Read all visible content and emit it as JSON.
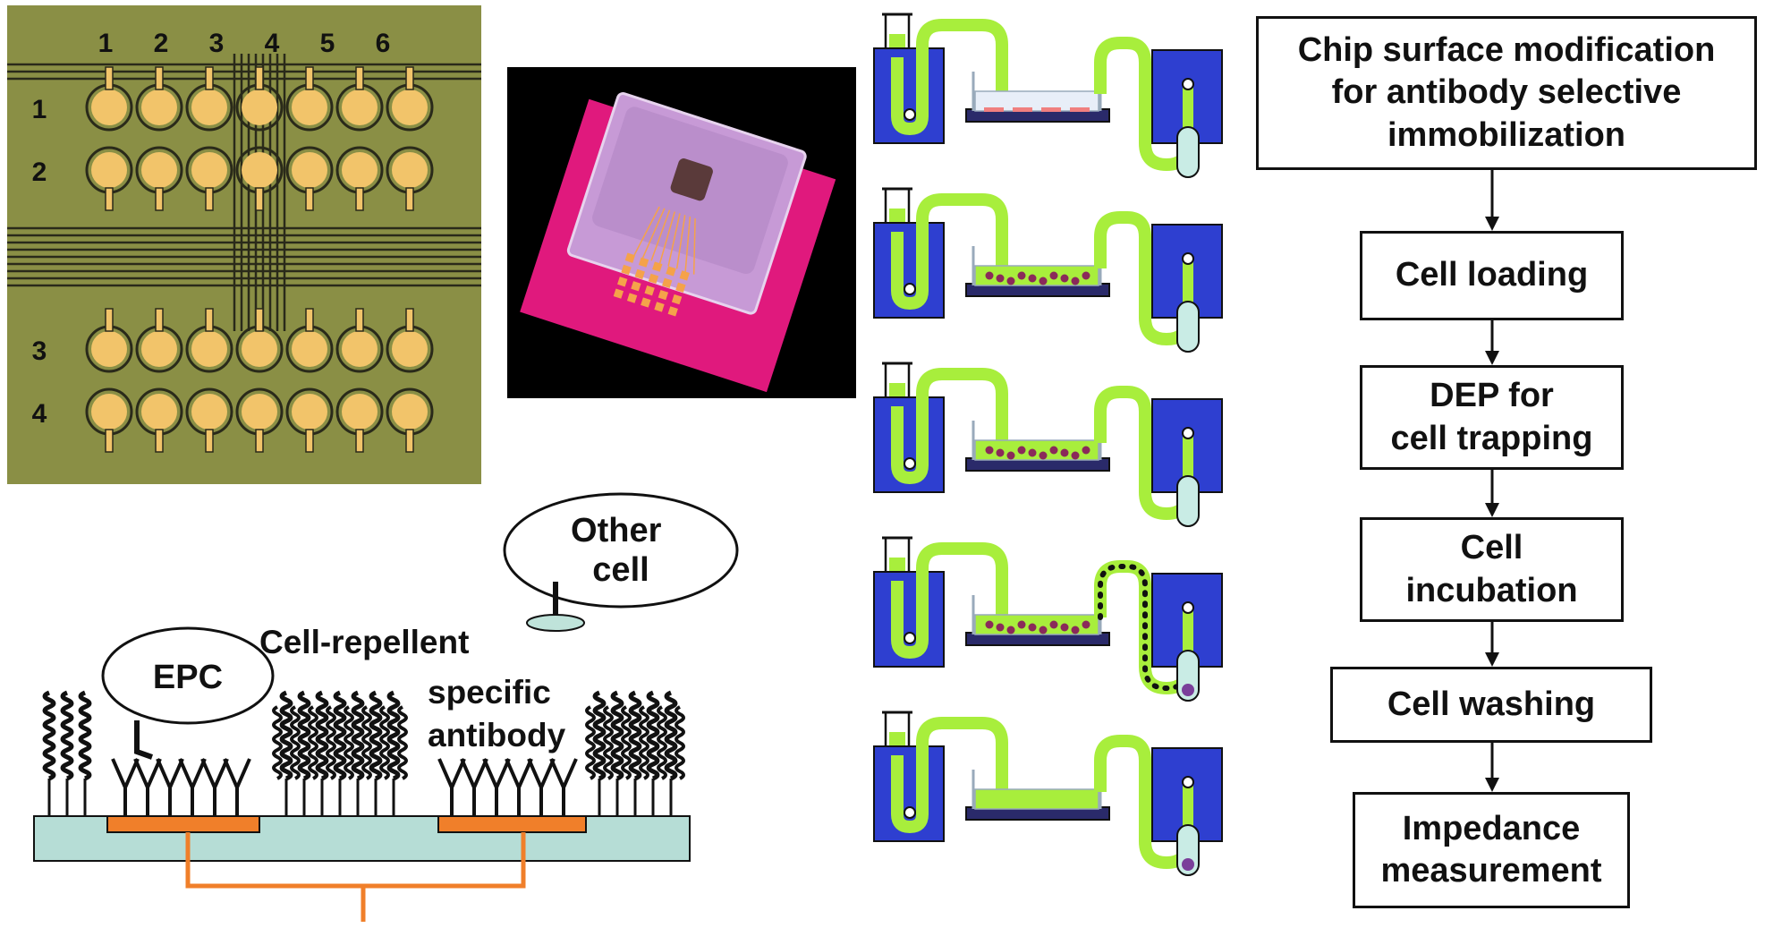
{
  "chip_panel": {
    "column_labels": [
      "1",
      "2",
      "3",
      "4",
      "5",
      "6"
    ],
    "row_labels": [
      "1",
      "2",
      "3",
      "4"
    ],
    "colors": {
      "substrate": "#8a8f45",
      "gold": "#f2c46a",
      "trace": "#2a2a1a"
    }
  },
  "device_photo": {
    "colors": {
      "background": "#000000",
      "pcb": "#e0197d",
      "glass": "#c79ad6"
    }
  },
  "surface_schematic": {
    "label_epc": "EPC",
    "label_other_cell": "Other\ncell",
    "label_repellent": "Cell-repellent",
    "label_antibody": "specific\nantibody",
    "colors": {
      "substrate": "#b6ddd6",
      "electrode": "#f07f2a",
      "wire": "#f07f2a",
      "molecule": "#111111",
      "other_cell_base": "#bfe3da"
    }
  },
  "process_illustrations": {
    "step_count": 5,
    "colors": {
      "reservoir": "#2e3fd0",
      "tubing": "#a8ee3c",
      "tubing_dark": "#5aa51e",
      "cells": "#8a2a5a",
      "waste_tube": "#c9ece5"
    }
  },
  "flowchart": {
    "steps": [
      "Chip surface modification\nfor antibody selective\nimmobilization",
      "Cell loading",
      "DEP for\ncell trapping",
      "Cell\nincubation",
      "Cell washing",
      "Impedance\nmeasurement"
    ]
  }
}
